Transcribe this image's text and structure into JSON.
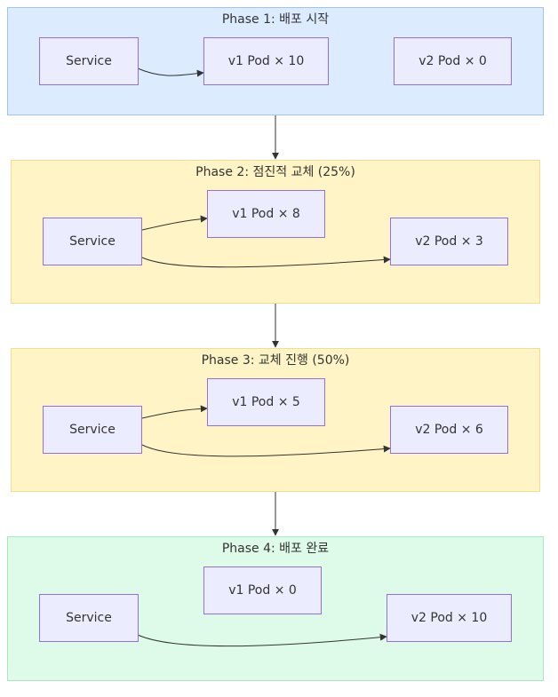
{
  "colors": {
    "phase1_fill": "#DDEBFF",
    "phase1_stroke": "#9EC5F2",
    "phase2_fill": "#FFF4C5",
    "phase2_stroke": "#F2DC8F",
    "phase4_fill": "#DDFBE8",
    "phase4_stroke": "#A8E7BF",
    "node_fill": "#ECECFF",
    "node_stroke": "#9370DB"
  },
  "phases": [
    {
      "title": "Phase 1: 배포 시작",
      "service": "Service",
      "v1": "v1 Pod × 10",
      "v2": "v2 Pod × 0"
    },
    {
      "title": "Phase 2: 점진적 교체 (25%)",
      "service": "Service",
      "v1": "v1 Pod × 8",
      "v2": "v2 Pod × 3"
    },
    {
      "title": "Phase 3: 교체 진행 (50%)",
      "service": "Service",
      "v1": "v1 Pod × 5",
      "v2": "v2 Pod × 6"
    },
    {
      "title": "Phase 4: 배포 완료",
      "service": "Service",
      "v1": "v1 Pod × 0",
      "v2": "v2 Pod × 10"
    }
  ]
}
